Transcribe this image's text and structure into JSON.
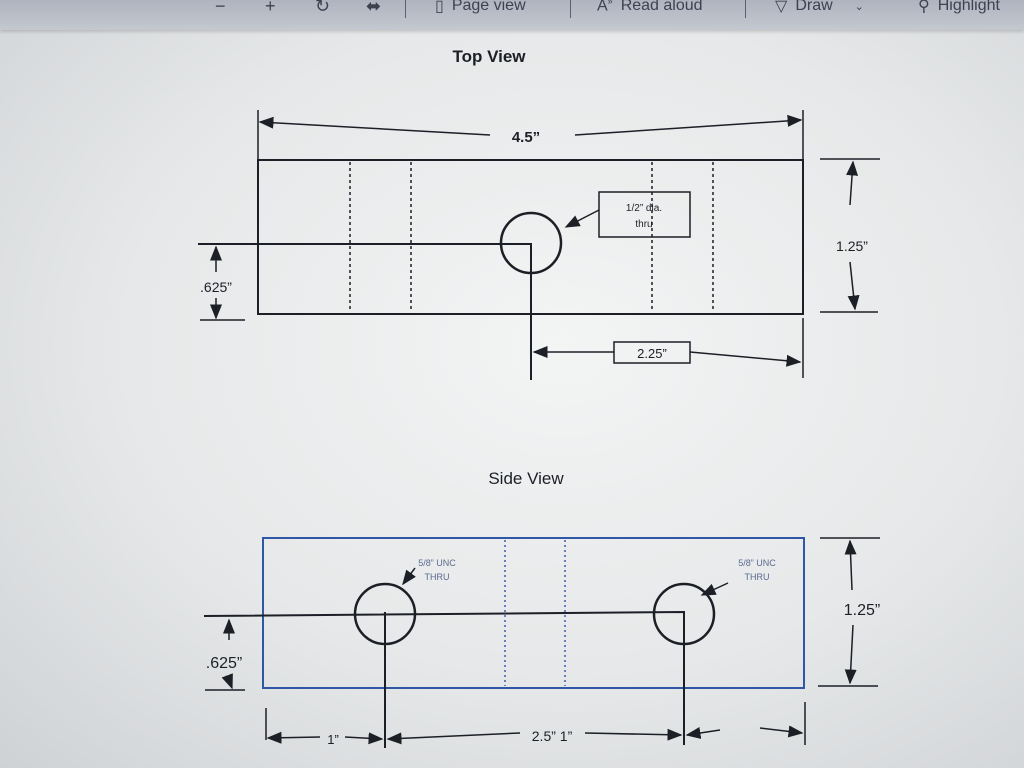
{
  "toolbar": {
    "zoom_out_icon": "minus",
    "zoom_in_icon": "plus",
    "rotate_icon": "rotate",
    "fit_icon": "fit-width",
    "page_view": "Page view",
    "read_aloud": "Read aloud",
    "draw": "Draw",
    "highlight": "Highlight"
  },
  "drawing": {
    "top_view": {
      "title": "Top View",
      "length": "4.5”",
      "height": "1.25”",
      "center_offset": ".625”",
      "hole_note_line1": "1/2” dia.",
      "hole_note_line2": "thru",
      "hole_position": "2.25”"
    },
    "side_view": {
      "title": "Side View",
      "left_hole_note_line1": "5/8” UNC",
      "left_hole_note_line2": "THRU",
      "right_hole_note_line1": "5/8” UNC",
      "right_hole_note_line2": "THRU",
      "height": "1.25”",
      "center_offset": ".625”",
      "left_dim": "1”",
      "middle_dim": "2.5” 1”"
    }
  }
}
